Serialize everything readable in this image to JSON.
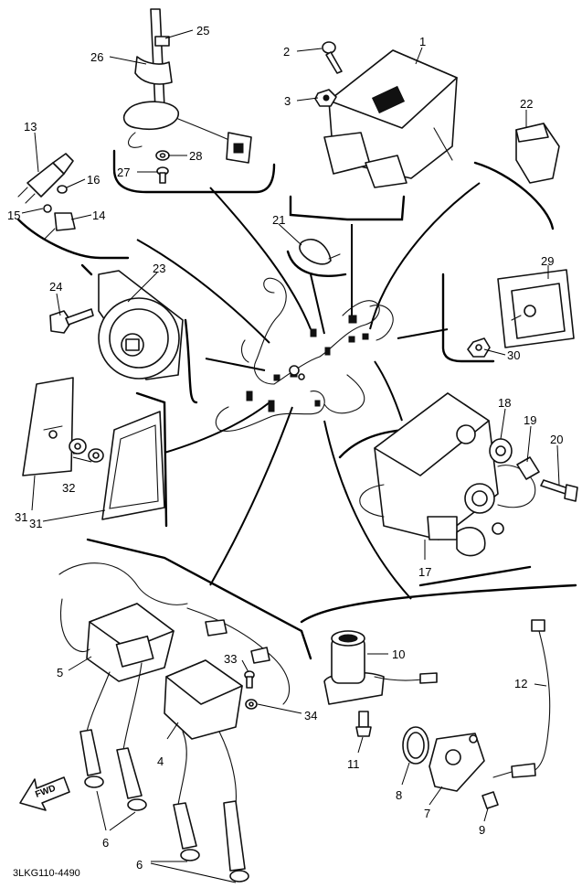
{
  "drawing_code": "3LKG110-4490",
  "fwd_label": "FWD",
  "callouts": {
    "c1": "1",
    "c2": "2",
    "c3": "3",
    "c4": "4",
    "c5": "5",
    "c6a": "6",
    "c6b": "6",
    "c7": "7",
    "c8": "8",
    "c9": "9",
    "c10": "10",
    "c11": "11",
    "c12": "12",
    "c13": "13",
    "c14": "14",
    "c15": "15",
    "c16": "16",
    "c17": "17",
    "c18": "18",
    "c19": "19",
    "c20": "20",
    "c21": "21",
    "c22": "22",
    "c23": "23",
    "c24": "24",
    "c25": "25",
    "c26": "26",
    "c27": "27",
    "c28": "28",
    "c29": "29",
    "c30": "30",
    "c31a": "31",
    "c31b": "31",
    "c32": "32",
    "c33": "33",
    "c34": "34"
  }
}
